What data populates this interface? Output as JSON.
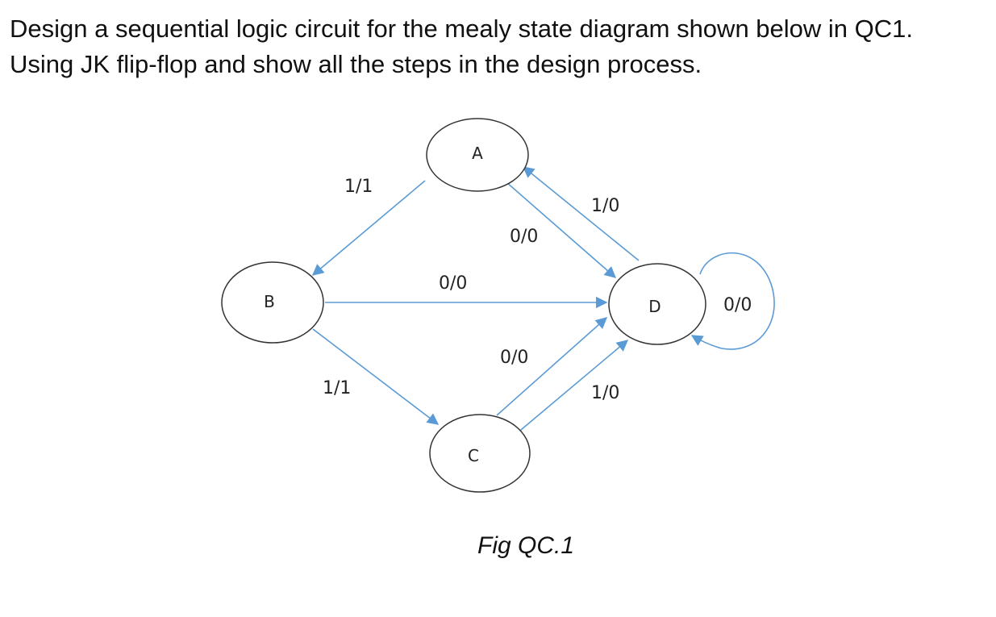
{
  "question": {
    "line1": "Design a sequential logic circuit for the mealy state diagram shown below in QC1.",
    "line2": "Using JK flip-flop and show all the steps in the design process."
  },
  "states": [
    {
      "id": "A",
      "label": "A"
    },
    {
      "id": "B",
      "label": "B"
    },
    {
      "id": "C",
      "label": "C"
    },
    {
      "id": "D",
      "label": "D"
    }
  ],
  "transitions": [
    {
      "from": "A",
      "to": "B",
      "label": "1/1"
    },
    {
      "from": "A",
      "to": "D",
      "label": "0/0"
    },
    {
      "from": "D",
      "to": "A",
      "label": "1/0"
    },
    {
      "from": "B",
      "to": "D",
      "label": "0/0"
    },
    {
      "from": "B",
      "to": "C",
      "label": "1/1"
    },
    {
      "from": "C",
      "to": "D",
      "label": "0/0"
    },
    {
      "from": "C",
      "to": "D",
      "label": "1/0"
    },
    {
      "from": "D",
      "to": "D",
      "label": "0/0"
    }
  ],
  "caption": "Fig QC.1",
  "colors": {
    "edge": "#5b9bd5",
    "node_stroke": "#333333",
    "text": "#111111"
  }
}
